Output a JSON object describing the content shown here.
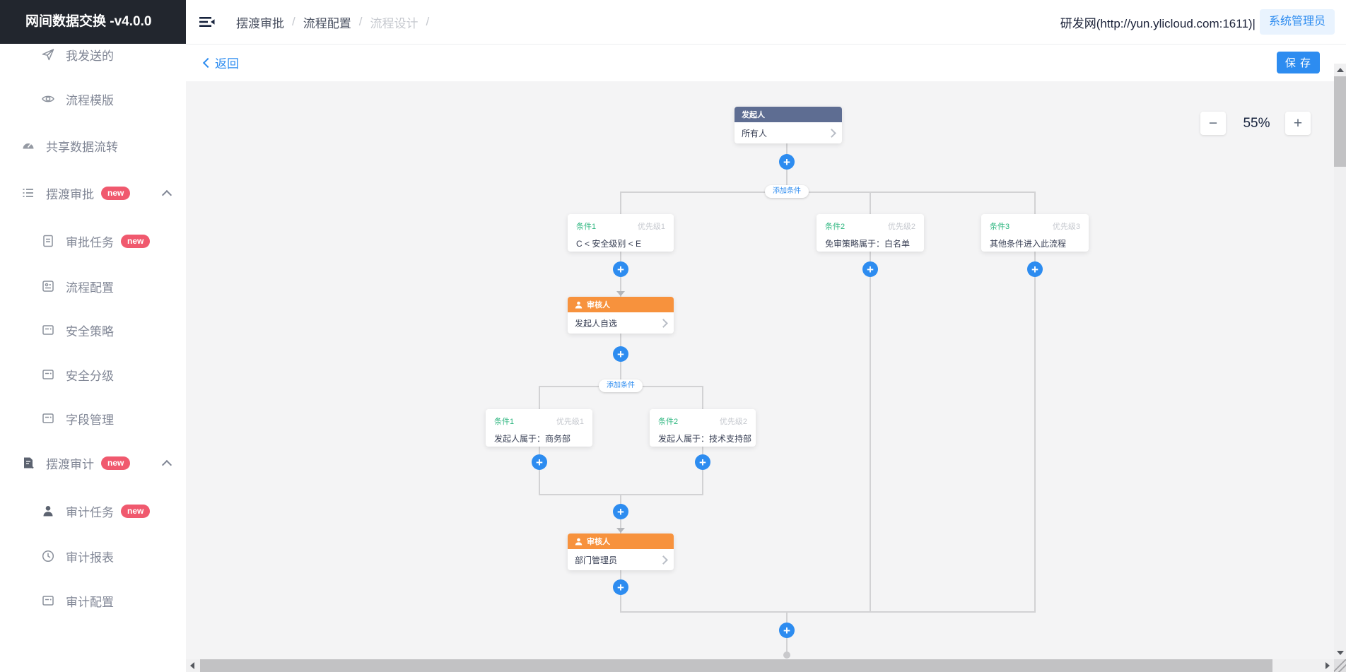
{
  "app": {
    "title": "网间数据交换 -v4.0.0"
  },
  "sidebar": {
    "items": [
      {
        "label": "我发送的"
      },
      {
        "label": "流程模版"
      },
      {
        "label": "共享数据流转"
      },
      {
        "label": "摆渡审批",
        "badge": "new"
      },
      {
        "label": "审批任务",
        "badge": "new"
      },
      {
        "label": "流程配置"
      },
      {
        "label": "安全策略"
      },
      {
        "label": "安全分级"
      },
      {
        "label": "字段管理"
      },
      {
        "label": "摆渡审计",
        "badge": "new"
      },
      {
        "label": "审计任务",
        "badge": "new"
      },
      {
        "label": "审计报表"
      },
      {
        "label": "审计配置"
      }
    ]
  },
  "header": {
    "breadcrumbs": [
      {
        "label": "摆渡审批"
      },
      {
        "label": "流程配置"
      },
      {
        "label": "流程设计"
      }
    ],
    "separator": "/",
    "env_text": "研发网(http://yun.ylicloud.com:1611)|",
    "role_button": "系统管理员"
  },
  "toolbar": {
    "back_label": "返回",
    "save_label": "保 存"
  },
  "zoom_controls": {
    "zoom_out": "−",
    "level": "55%",
    "zoom_in": "+"
  },
  "flow": {
    "plus_label": "+",
    "add_condition_label": "添加条件",
    "start": {
      "header": "发起人",
      "body": "所有人"
    },
    "branch1": [
      {
        "tag": "条件1",
        "priority": "优先级1",
        "text": "C < 安全级别 < E"
      },
      {
        "tag": "条件2",
        "priority": "优先级2",
        "text": "免审策略属于：白名单"
      },
      {
        "tag": "条件3",
        "priority": "优先级3",
        "text": "其他条件进入此流程"
      }
    ],
    "approver1": {
      "header": "审核人",
      "body": "发起人自选"
    },
    "branch2": [
      {
        "tag": "条件1",
        "priority": "优先级1",
        "text": "发起人属于：商务部"
      },
      {
        "tag": "条件2",
        "priority": "优先级2",
        "text": "发起人属于：技术支持部"
      }
    ],
    "approver2": {
      "header": "审核人",
      "body": "部门管理员"
    }
  },
  "colors": {
    "primary_blue": "#2d8cf0",
    "initiator_header": "#5e6d92",
    "approver_header": "#f7923d",
    "condition_green": "#2bb57e",
    "badge_red": "#f0596e",
    "sidebar_dark_header": "#22262e",
    "canvas_background": "#f4f4f5"
  }
}
